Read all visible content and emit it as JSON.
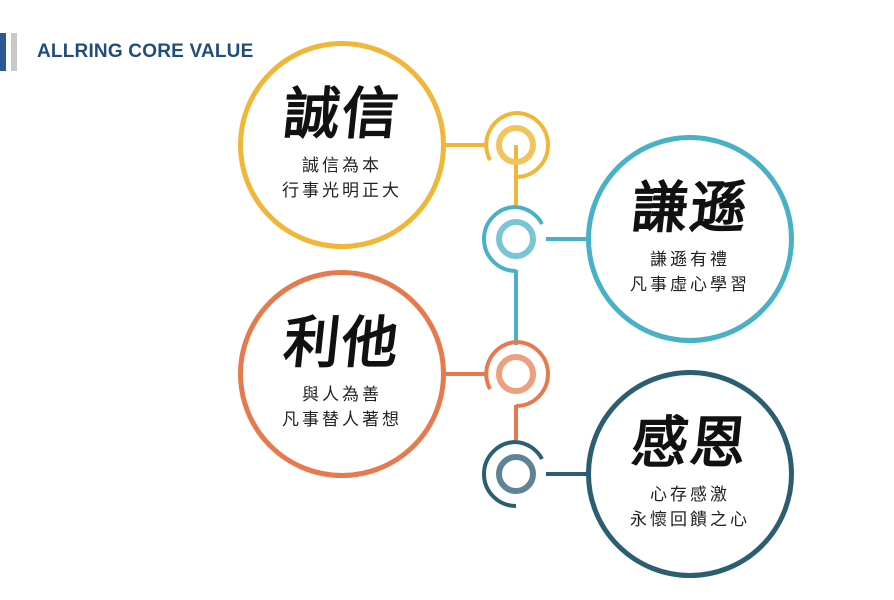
{
  "header": {
    "title": "ALLRING CORE VALUE"
  },
  "values": [
    {
      "title": "誠信",
      "line1": "誠信為本",
      "line2": "行事光明正大",
      "color": "#f0b637",
      "node_color": "#f2c55c"
    },
    {
      "title": "謙遜",
      "line1": "謙遜有禮",
      "line2": "凡事虛心學習",
      "color": "#49b1c6",
      "node_color": "#79c5d4"
    },
    {
      "title": "利他",
      "line1": "與人為善",
      "line2": "凡事替人著想",
      "color": "#e67a4e",
      "node_color": "#eda07e"
    },
    {
      "title": "感恩",
      "line1": "心存感激",
      "line2": "永懷回饋之心",
      "color": "#2c5e72",
      "node_color": "#5d8494"
    }
  ]
}
